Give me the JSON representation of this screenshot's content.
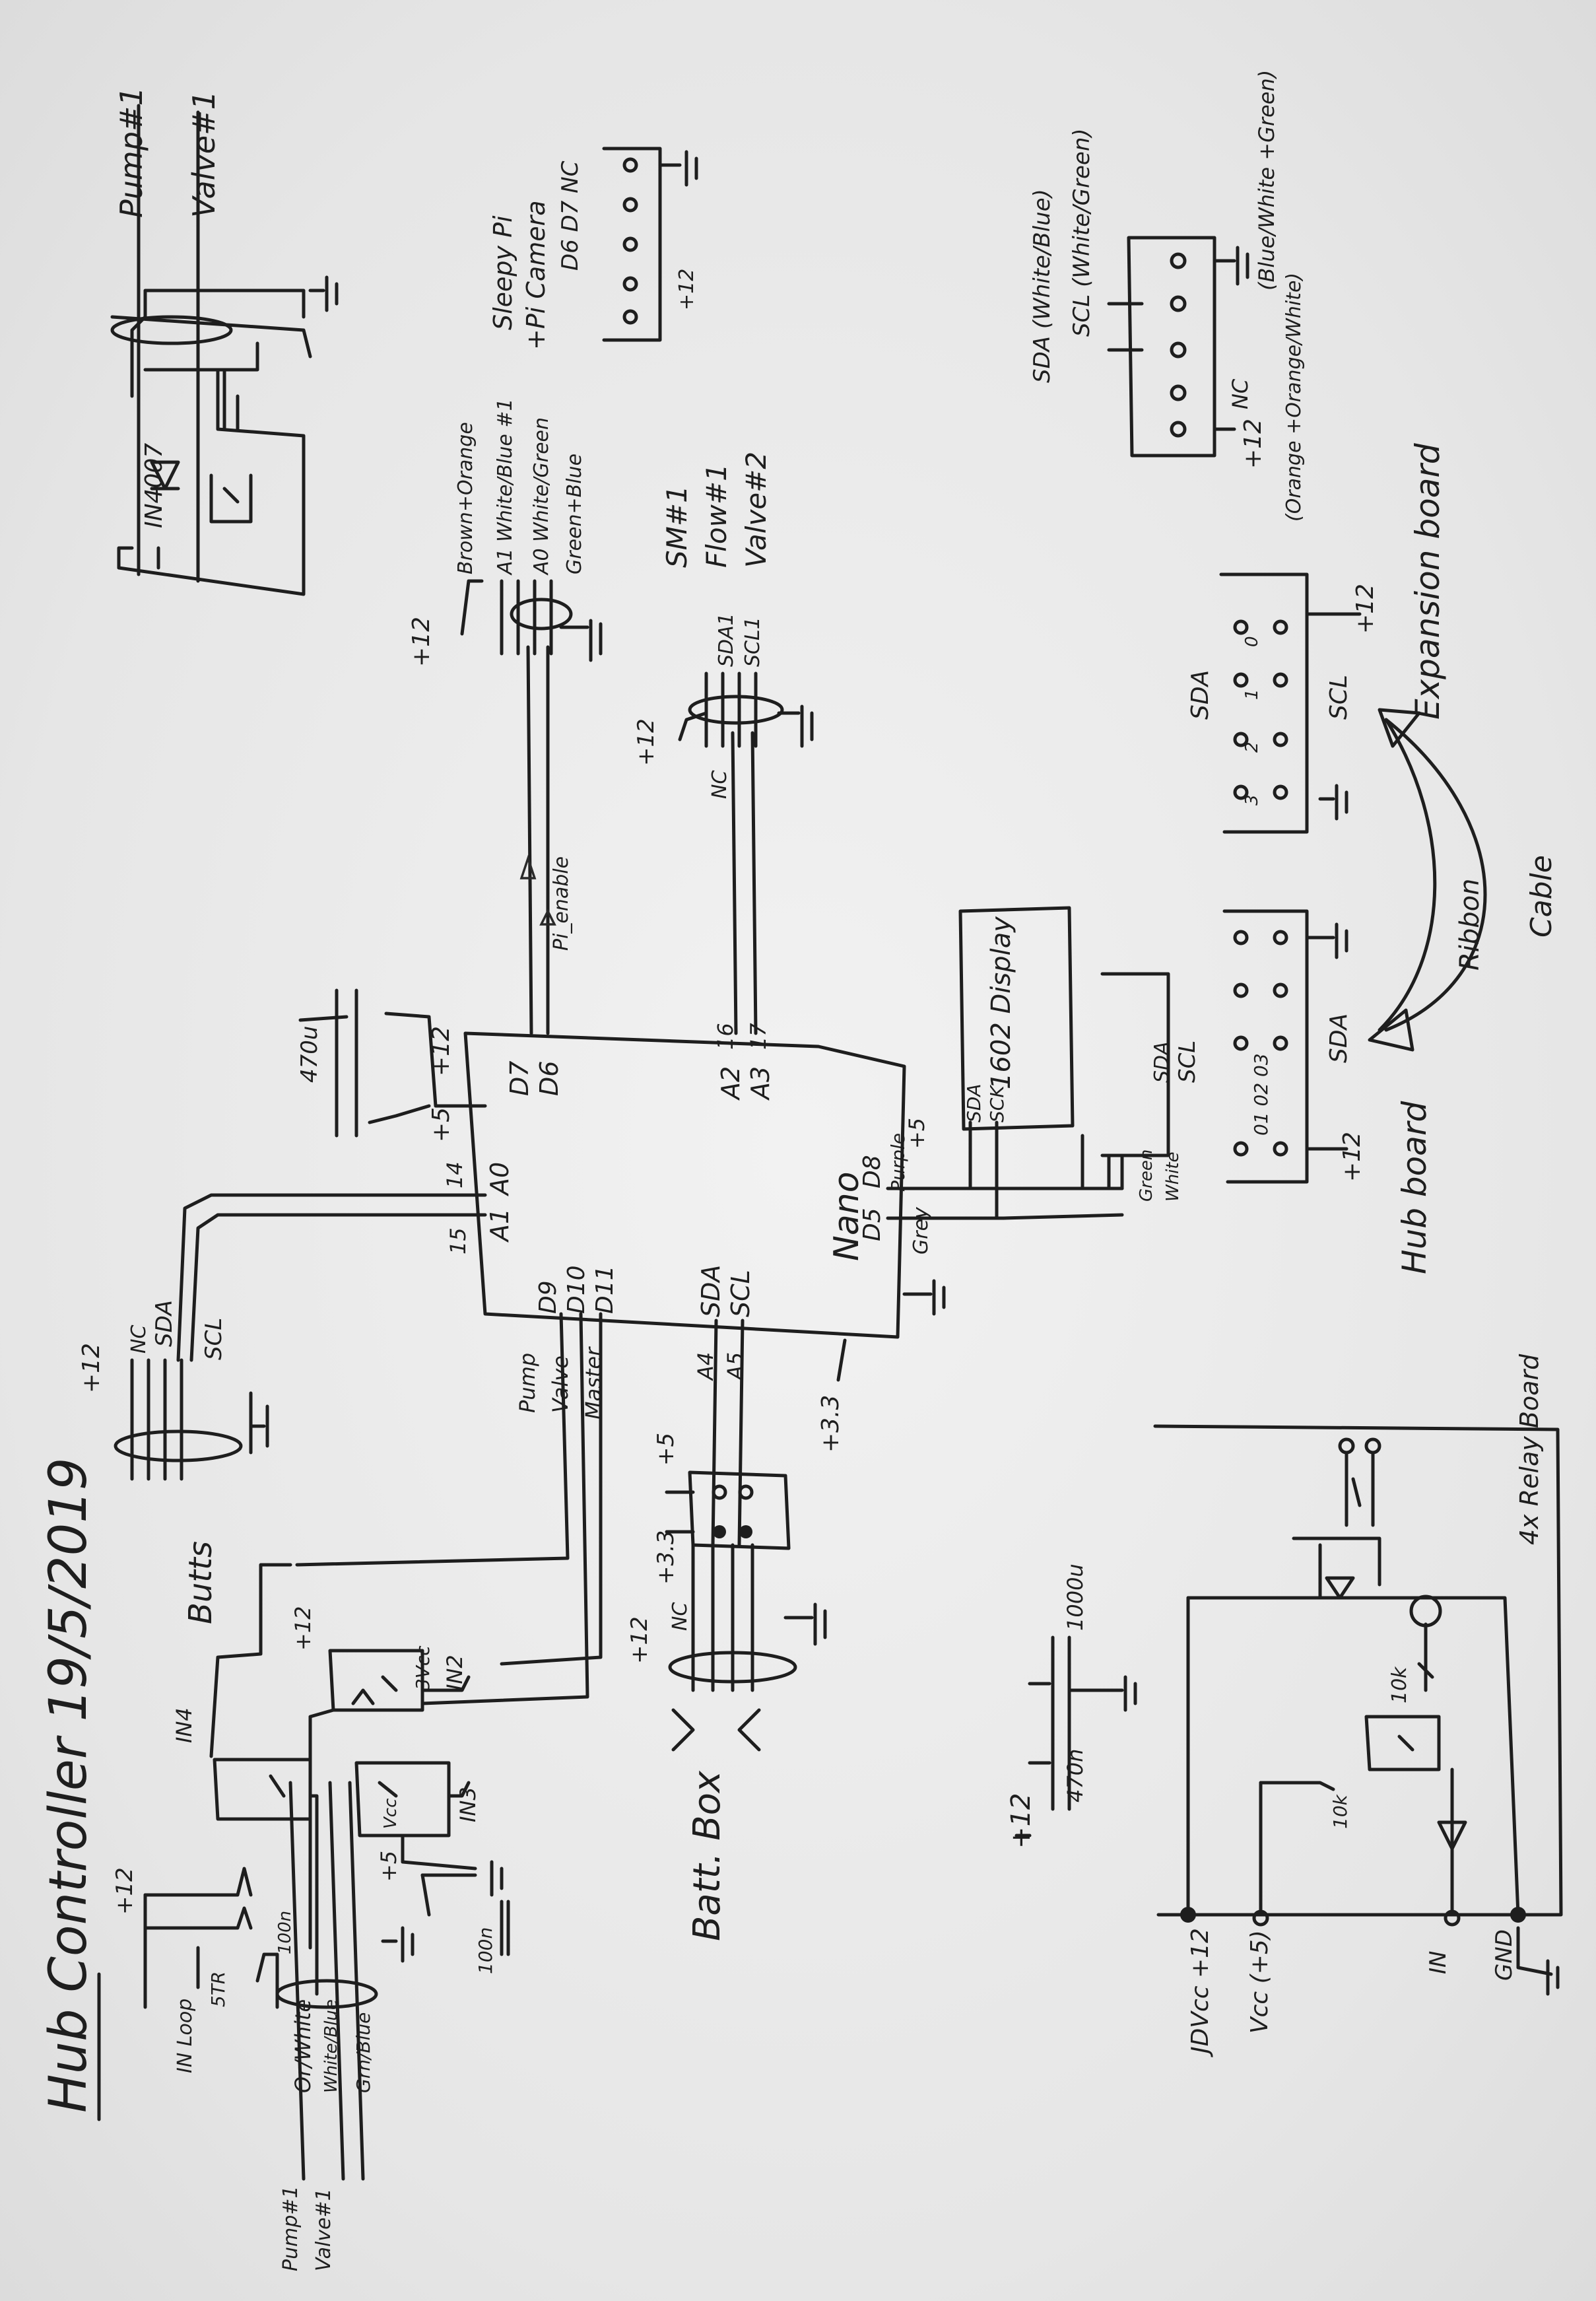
{
  "title": "Hub Controller 19/5/2019",
  "nano": {
    "name": "Nano",
    "pins_top": [
      "D7",
      "D6",
      "A2",
      "A3"
    ],
    "pins_left": [
      "A1",
      "A0"
    ],
    "pins_bottom": [
      "D9",
      "D10",
      "D11",
      "SDA",
      "SCL"
    ],
    "pins_right": [
      "D8",
      "D5"
    ],
    "pin_numbers": [
      "16",
      "17",
      "14",
      "15"
    ],
    "cap": "470u",
    "supply": [
      "+5",
      "+12"
    ]
  },
  "ribbon_pi": {
    "wires": [
      "+12",
      "Brown+Orange",
      "A1 White/Blue #1",
      "A0 White/Green",
      "Green+Blue"
    ],
    "signal": "Pi_enable"
  },
  "pi_connector": {
    "labels": [
      "Sleepy Pi",
      "+Pi Camera",
      "D6 D7 NC",
      "+12"
    ]
  },
  "sm1": {
    "labels": [
      "SM#1",
      "Flow#1",
      "Valve#2"
    ],
    "wires": [
      "+12",
      "NC",
      "SDA1",
      "SCL1"
    ]
  },
  "lower_left": {
    "wires": [
      "+12",
      "NC",
      "SDA",
      "SCL"
    ],
    "pins": [
      "Pump",
      "Valve",
      "Master",
      "A4",
      "A5",
      "+3.3"
    ]
  },
  "display": {
    "name": "1602 Display",
    "pins": [
      "SDA",
      "SCK"
    ],
    "wires": [
      "Purple",
      "Grey",
      "Green",
      "White"
    ],
    "extra": [
      "SCL",
      "SDA",
      "+5"
    ]
  },
  "batt_box": {
    "label": "Batt. Box",
    "wires": [
      "+5",
      "+3.3",
      "+12",
      "NC"
    ]
  },
  "butts": {
    "label": "Butts",
    "parts": [
      "IN4",
      "IN3",
      "IN2",
      "3Vcc",
      "Vcc"
    ],
    "power": [
      "+12",
      "+5"
    ],
    "caps": [
      "100n",
      "100n"
    ]
  },
  "input_section": {
    "labels": [
      "+12",
      "IN Loop",
      "5TR",
      "Or/White",
      "White/Blue",
      "Grn/Blue",
      "Pump#1",
      "Valve#1",
      "100n"
    ]
  },
  "pump_valve": {
    "labels": [
      "Pump#1",
      "Valve#1",
      "IN4007"
    ]
  },
  "sda_connector": {
    "labels": [
      "SDA (White/Blue)",
      "SCL (White/Green)",
      "(Blue/White +Green)",
      "NC",
      "+12",
      "(Orange +Orange/White)"
    ]
  },
  "expansion": {
    "labels": [
      "Expansion board",
      "SDA",
      "SCL",
      "+12",
      "0",
      "1",
      "2",
      "3"
    ]
  },
  "hub": {
    "labels": [
      "Hub board",
      "SDA",
      "+12",
      "01 02 03"
    ]
  },
  "ribbon_cable": {
    "labels": [
      "Ribbon",
      "Cable"
    ]
  },
  "power_caps": {
    "labels": [
      "+12",
      "470n",
      "1000u"
    ]
  },
  "relay": {
    "label": "4x Relay Board",
    "parts": [
      "10k",
      "10k",
      "JDVcc +12",
      "Vcc (+5)",
      "IN",
      "GND"
    ]
  }
}
